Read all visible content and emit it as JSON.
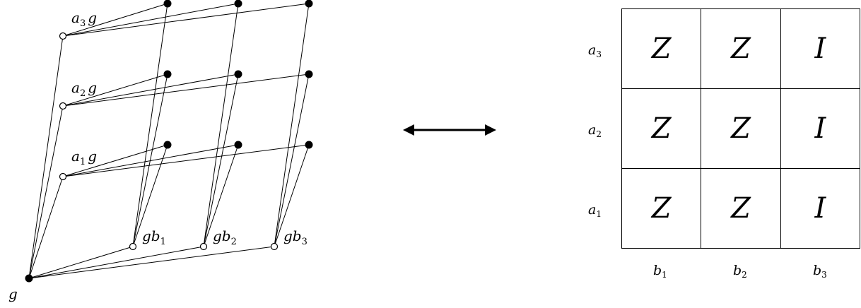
{
  "graph": {
    "labels": {
      "a3g": {
        "base": "a",
        "sub": "3",
        "tail": "g"
      },
      "a2g": {
        "base": "a",
        "sub": "2",
        "tail": "g"
      },
      "a1g": {
        "base": "a",
        "sub": "1",
        "tail": "g"
      },
      "g": "g",
      "gb1": {
        "head": "gb",
        "sub": "1"
      },
      "gb2": {
        "head": "gb",
        "sub": "2"
      },
      "gb3": {
        "head": "gb",
        "sub": "3"
      }
    }
  },
  "arrow": {
    "type": "double-headed",
    "color": "#000000"
  },
  "matrix": {
    "row_labels": [
      {
        "base": "a",
        "sub": "3"
      },
      {
        "base": "a",
        "sub": "2"
      },
      {
        "base": "a",
        "sub": "1"
      }
    ],
    "col_labels": [
      {
        "base": "b",
        "sub": "1"
      },
      {
        "base": "b",
        "sub": "2"
      },
      {
        "base": "b",
        "sub": "3"
      }
    ],
    "cells": [
      [
        "Z",
        "Z",
        "I"
      ],
      [
        "Z",
        "Z",
        "I"
      ],
      [
        "Z",
        "Z",
        "I"
      ]
    ]
  }
}
